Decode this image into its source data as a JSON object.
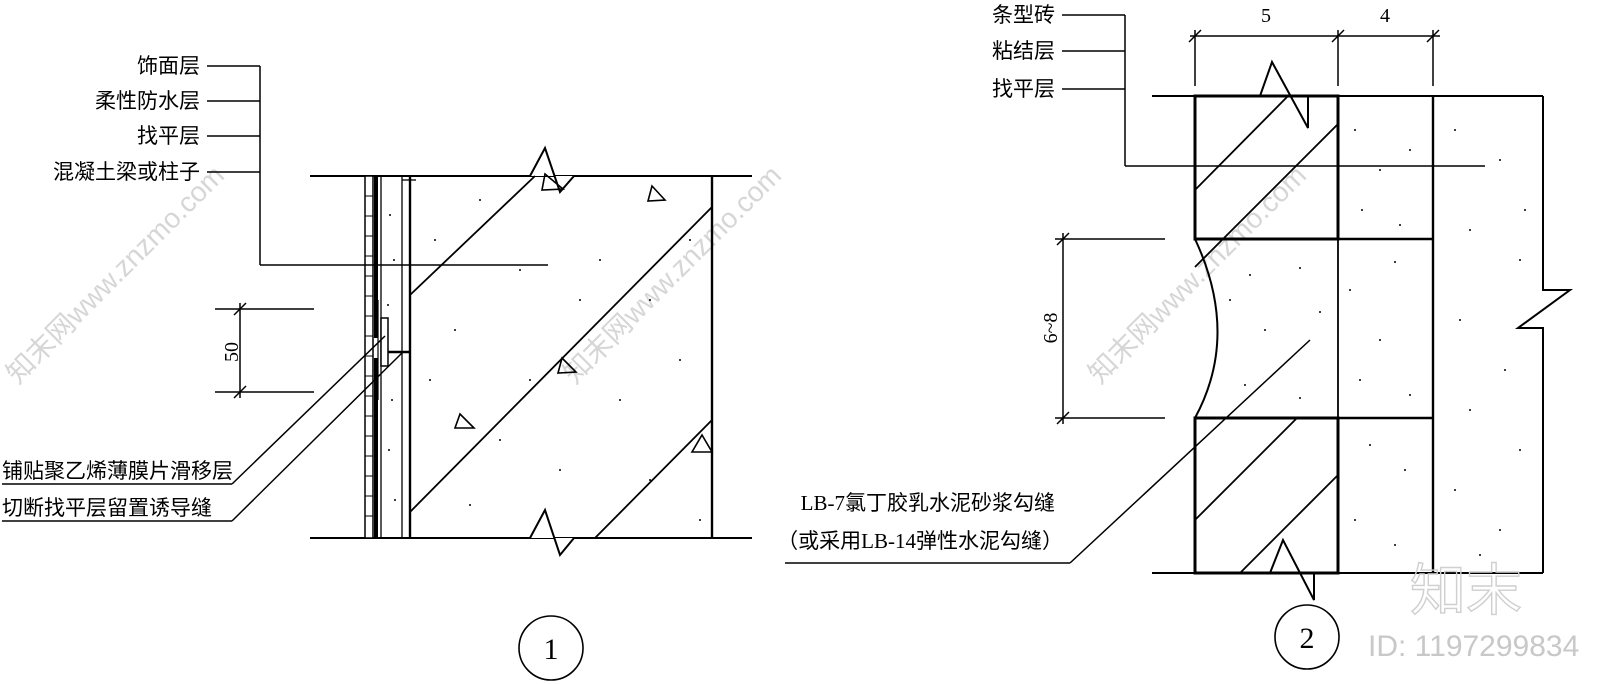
{
  "detail1": {
    "labels": [
      "饰面层",
      "柔性防水层",
      "找平层",
      "混凝土梁或柱子"
    ],
    "dimension": "50",
    "note1": "铺贴聚乙烯薄膜片滑移层",
    "note2": "切断找平层留置诱导缝",
    "number": "1"
  },
  "detail2": {
    "labels": [
      "条型砖",
      "粘结层",
      "找平层"
    ],
    "dim_top_left": "5",
    "dim_top_right": "4",
    "dim_side": "6~8",
    "note1": "LB-7氯丁胶乳水泥砂浆勾缝",
    "note2": "（或采用LB-14弹性水泥勾缝）",
    "number": "2"
  },
  "watermark": {
    "text": "知末网www.znzmo.com",
    "logo": "知末",
    "id": "ID: 1197299834"
  }
}
